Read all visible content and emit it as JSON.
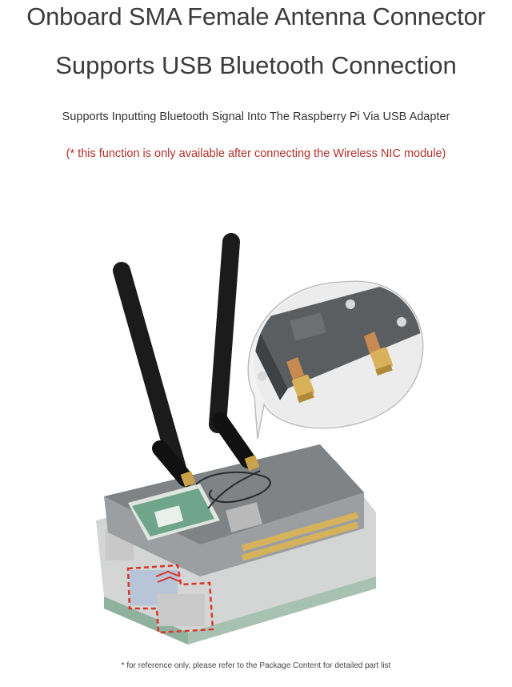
{
  "heading": {
    "line1": "Onboard SMA Female Antenna Connector",
    "line2": "Supports USB Bluetooth Connection"
  },
  "subtitle": "Supports Inputting Bluetooth Signal Into The Raspberry Pi Via USB Adapter",
  "note": "(* this function is only available after connecting the Wireless NIC module)",
  "footnote": "* for reference only, please refer to the Package Content for detailed part list",
  "colors": {
    "note_red": "#b0302a",
    "highlight_red": "#d9352c",
    "antenna": "#1b1b1b",
    "board_green": "#8aa89a",
    "connector_gold": "#c9a24a"
  }
}
